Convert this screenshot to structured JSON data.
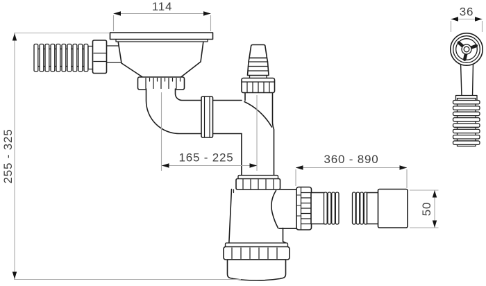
{
  "diagram": {
    "type": "technical-drawing",
    "subject": "sink drain siphon with strainer, overflow and flexible outlet hose",
    "background_color": "#ffffff",
    "colors": {
      "outline": "#1d1d1d",
      "dimension_line": "#a9a9a9",
      "arrowhead": "#141414",
      "dimension_text": "#404040"
    },
    "dimensions": {
      "flange_width": {
        "label": "114"
      },
      "overflow_cap_width": {
        "label": "36"
      },
      "overall_height_range": {
        "label": "255 - 325"
      },
      "trap_offset_range": {
        "label": "165 - 225"
      },
      "outlet_hose_length_range": {
        "label": "360 - 890"
      },
      "outlet_end_diameter": {
        "label": "50"
      }
    }
  }
}
